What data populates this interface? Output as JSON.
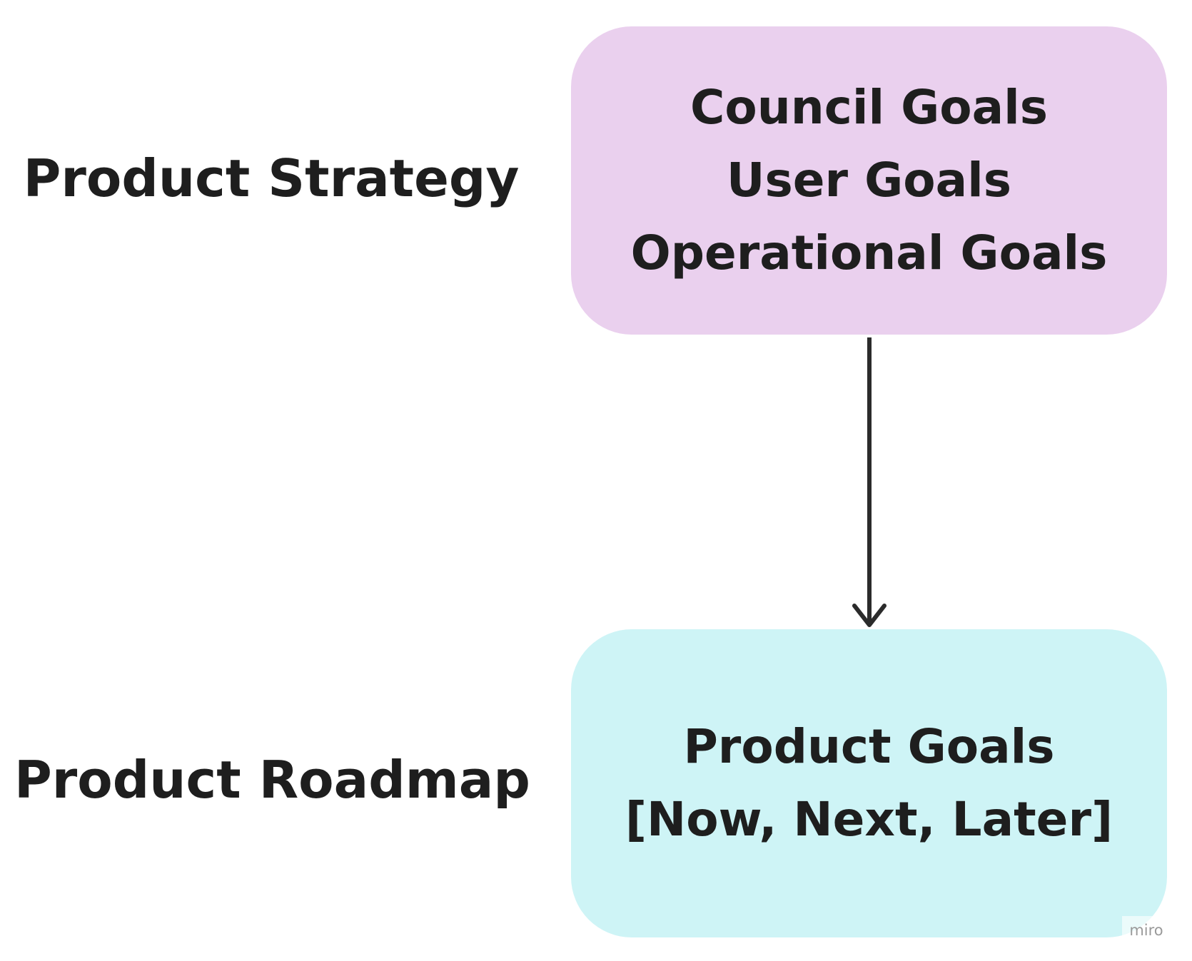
{
  "row_labels": {
    "strategy": "Product Strategy",
    "roadmap": "Product Roadmap"
  },
  "nodes": {
    "top": {
      "lines": [
        "Council Goals",
        "User Goals",
        "Operational Goals"
      ],
      "color": "#ead0ee"
    },
    "bottom": {
      "lines": [
        "Product Goals",
        "[Now, Next, Later]"
      ],
      "color": "#cef4f6"
    }
  },
  "connector": {
    "from": "top",
    "to": "bottom",
    "color": "#2b2b2b"
  },
  "watermark": "miro"
}
